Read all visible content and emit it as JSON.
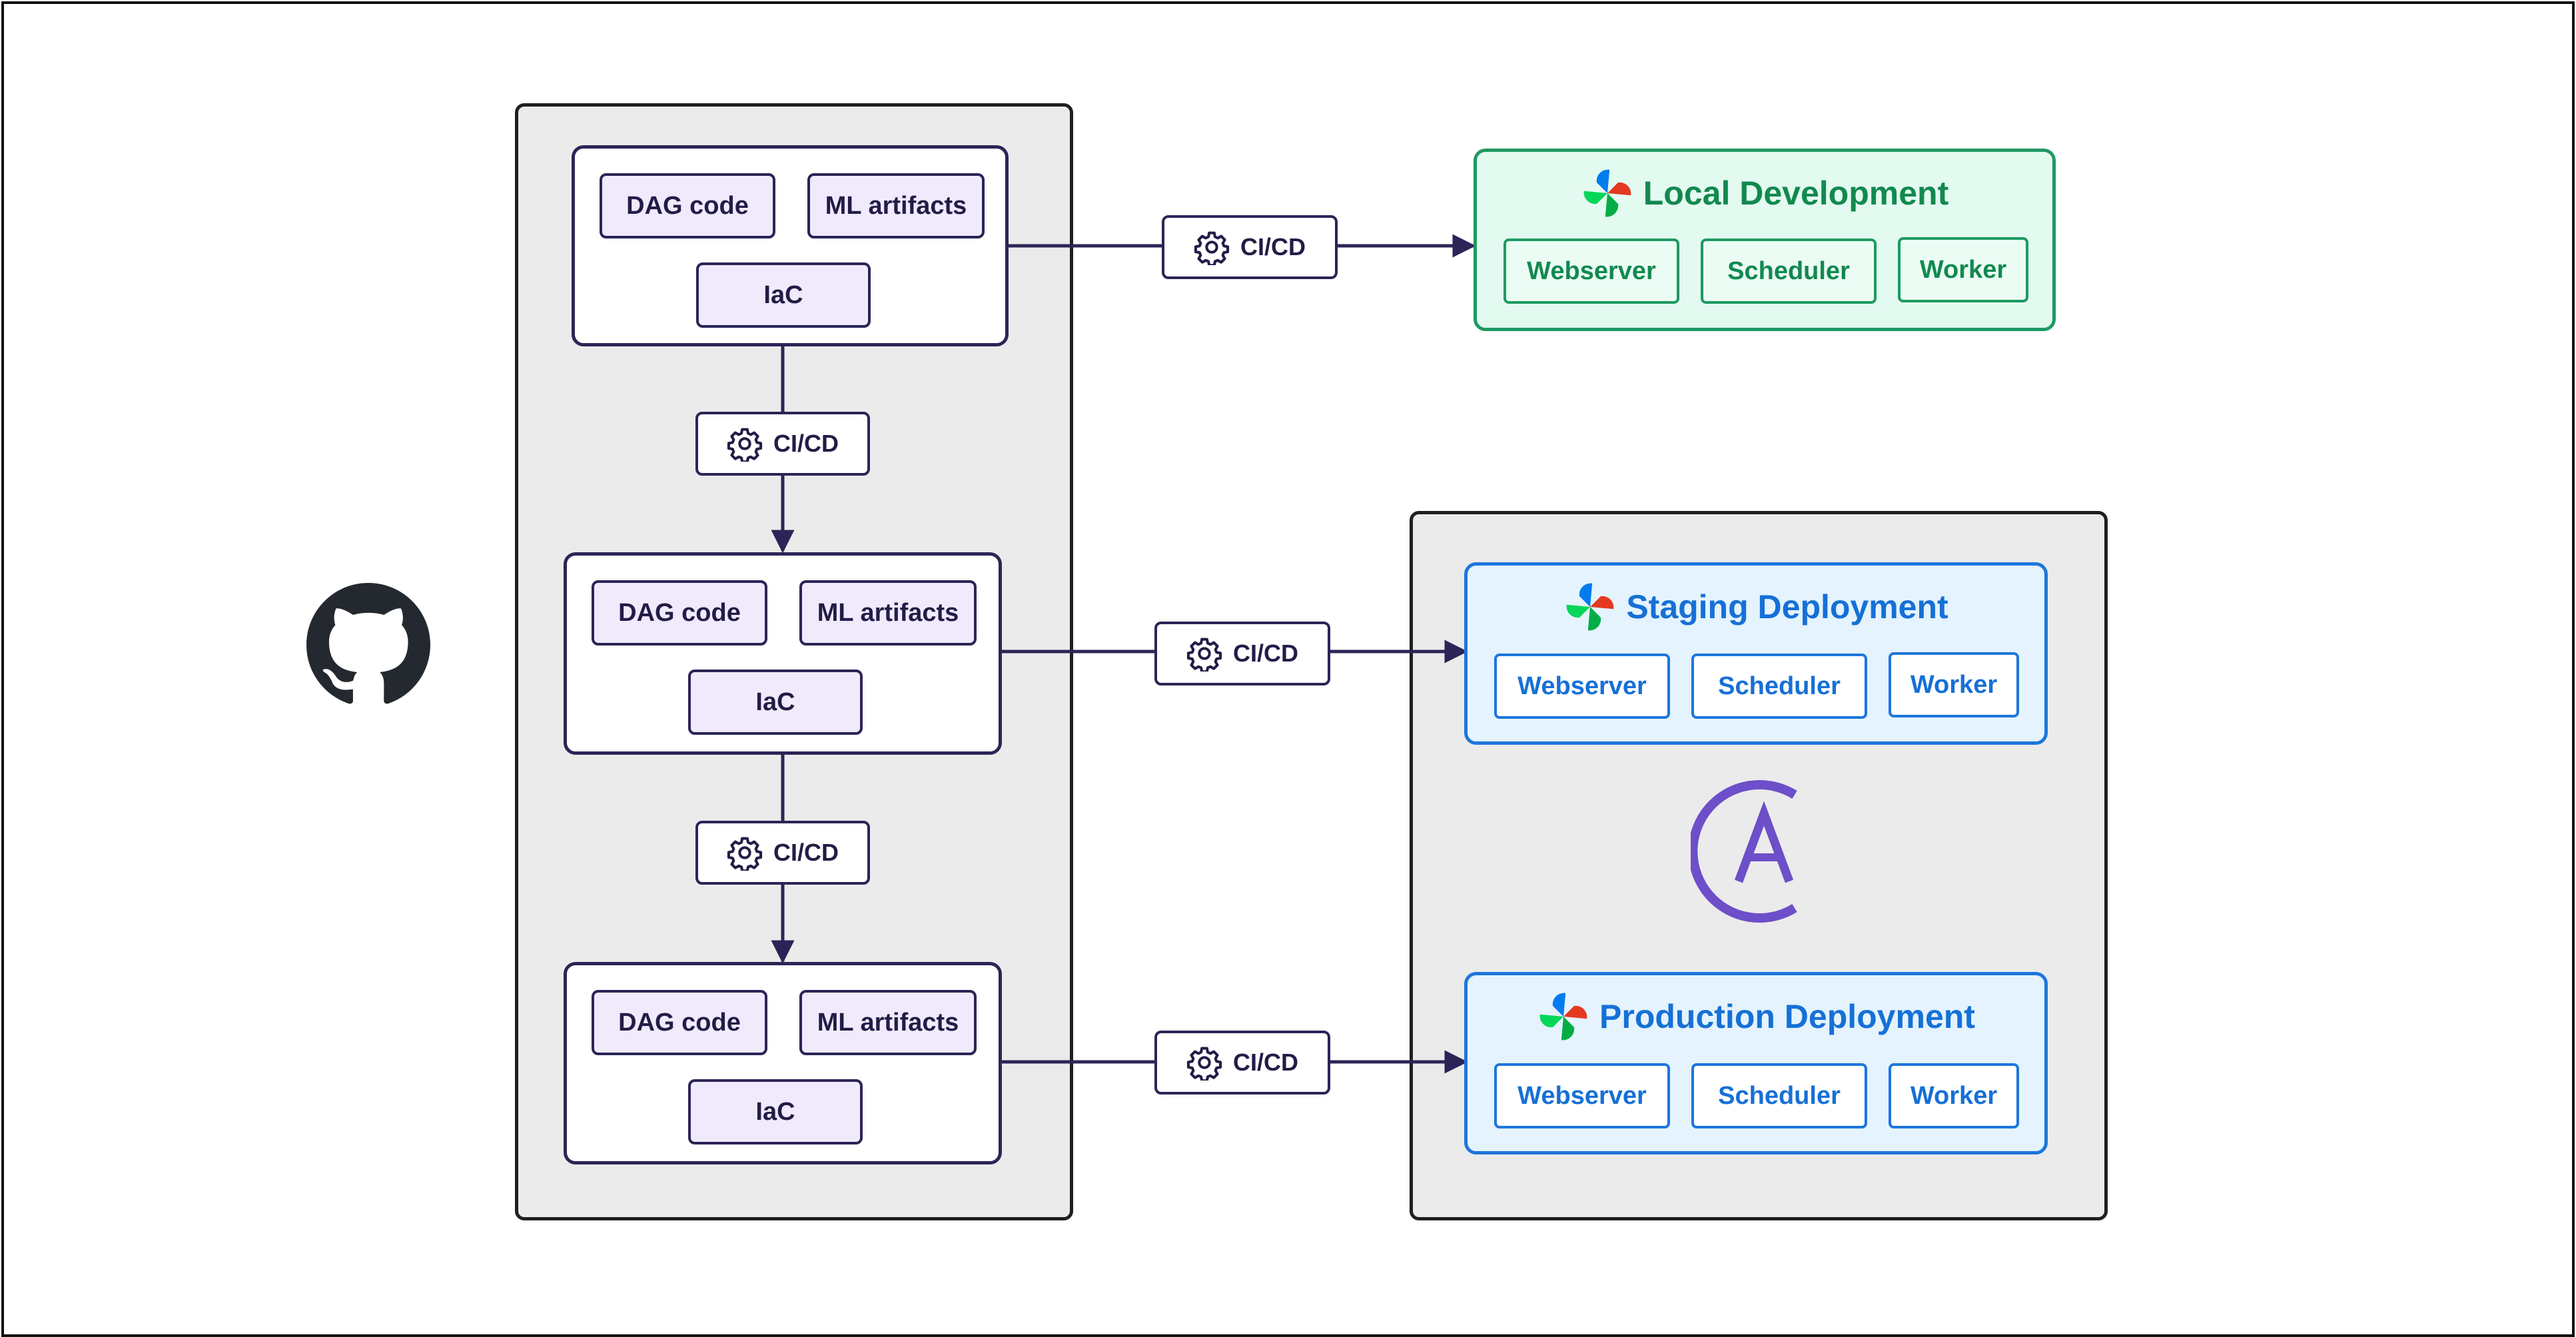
{
  "colors": {
    "navy": "#2b2557",
    "panel_gray": "#ebebeb",
    "artifact_fill": "#f1eafc",
    "local_green": "#1e9a62",
    "astro_blue": "#1d76dc",
    "astronomer_purple": "#6c4fc9"
  },
  "icons": {
    "repo": "github-icon",
    "pipeline": "gear-icon",
    "environment": "airflow-pinwheel-icon",
    "platform": "astronomer-logo"
  },
  "stages": [
    {
      "dag": "DAG code",
      "ml": "ML artifacts",
      "iac": "IaC"
    },
    {
      "dag": "DAG code",
      "ml": "ML artifacts",
      "iac": "IaC"
    },
    {
      "dag": "DAG code",
      "ml": "ML artifacts",
      "iac": "IaC"
    }
  ],
  "cicd": [
    "CI/CD",
    "CI/CD",
    "CI/CD",
    "CI/CD",
    "CI/CD"
  ],
  "environments": {
    "local": {
      "title": "Local Development",
      "components": [
        "Webserver",
        "Scheduler",
        "Worker"
      ]
    },
    "staging": {
      "title": "Staging Deployment",
      "components": [
        "Webserver",
        "Scheduler",
        "Worker"
      ]
    },
    "production": {
      "title": "Production Deployment",
      "components": [
        "Webserver",
        "Scheduler",
        "Worker"
      ]
    }
  }
}
